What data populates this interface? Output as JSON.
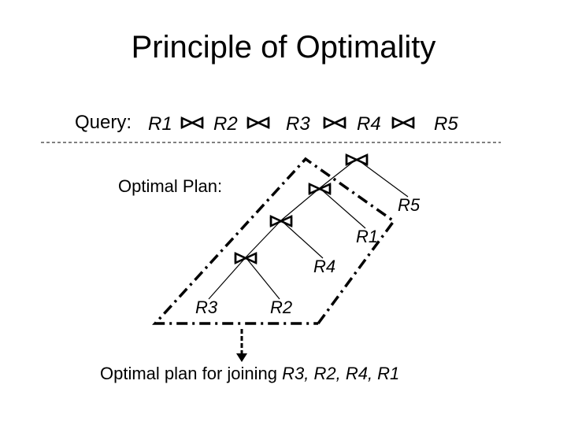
{
  "title": "Principle of Optimality",
  "query": {
    "label": "Query:",
    "relations": [
      "R1",
      "R2",
      "R3",
      "R4",
      "R5"
    ],
    "join_symbol": "bowtie-join-icon"
  },
  "plan_label": "Optimal Plan:",
  "plan_leaves": {
    "r5": "R5",
    "r1": "R1",
    "r4": "R4",
    "r3": "R3",
    "r2": "R2"
  },
  "caption": {
    "prefix": "Optimal plan for joining ",
    "relations": "R3, R2, R4, R1"
  },
  "colors": {
    "ink": "#000000",
    "background": "#ffffff"
  }
}
